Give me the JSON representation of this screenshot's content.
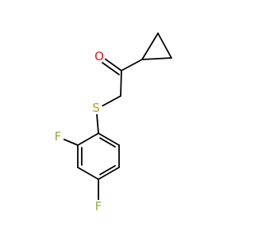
{
  "molecule": {
    "atoms": {
      "oxygen": {
        "symbol": "O",
        "color": "#ff0d0d"
      },
      "sulfur": {
        "symbol": "S",
        "color": "#b2a21a"
      },
      "fluorine_ortho": {
        "symbol": "F",
        "color": "#8fb237"
      },
      "fluorine_para": {
        "symbol": "F",
        "color": "#8fb237"
      }
    },
    "bond_color": "#000000"
  }
}
